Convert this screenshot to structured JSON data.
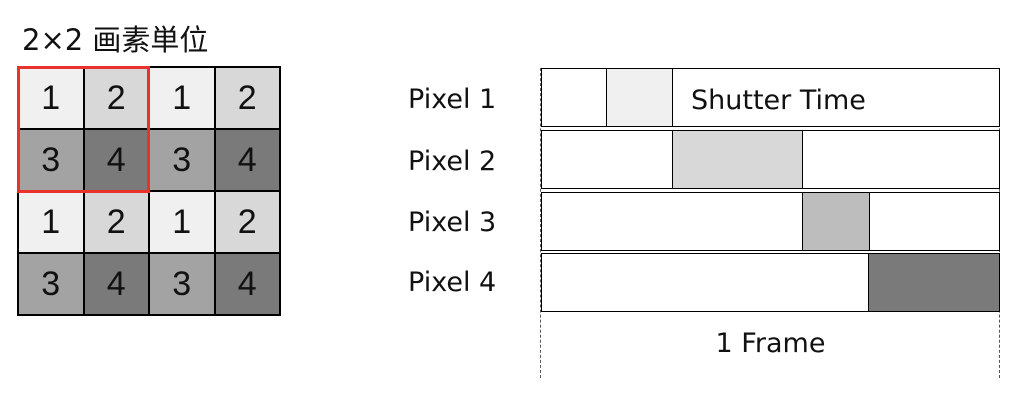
{
  "unit_title": "2×2 画素単位",
  "grid": {
    "cells": [
      "1",
      "2",
      "1",
      "2",
      "3",
      "4",
      "3",
      "4",
      "1",
      "2",
      "1",
      "2",
      "3",
      "4",
      "3",
      "4"
    ],
    "colors": {
      "1": "#f0f0f0",
      "2": "#d8d8d8",
      "3": "#a3a3a3",
      "4": "#7a7a7a"
    },
    "highlight_color": "#e8322b"
  },
  "timing": {
    "rows": [
      {
        "label": "Pixel 1",
        "exposure_start": 0.14,
        "exposure_end": 0.285,
        "color": "#f0f0f0"
      },
      {
        "label": "Pixel 2",
        "exposure_start": 0.285,
        "exposure_end": 0.57,
        "color": "#d8d8d8"
      },
      {
        "label": "Pixel 3",
        "exposure_start": 0.57,
        "exposure_end": 0.715,
        "color": "#bdbdbd"
      },
      {
        "label": "Pixel 4",
        "exposure_start": 0.715,
        "exposure_end": 1.0,
        "color": "#7a7a7a"
      }
    ],
    "shutter_label": "Shutter Time",
    "frame_label": "1 Frame"
  }
}
